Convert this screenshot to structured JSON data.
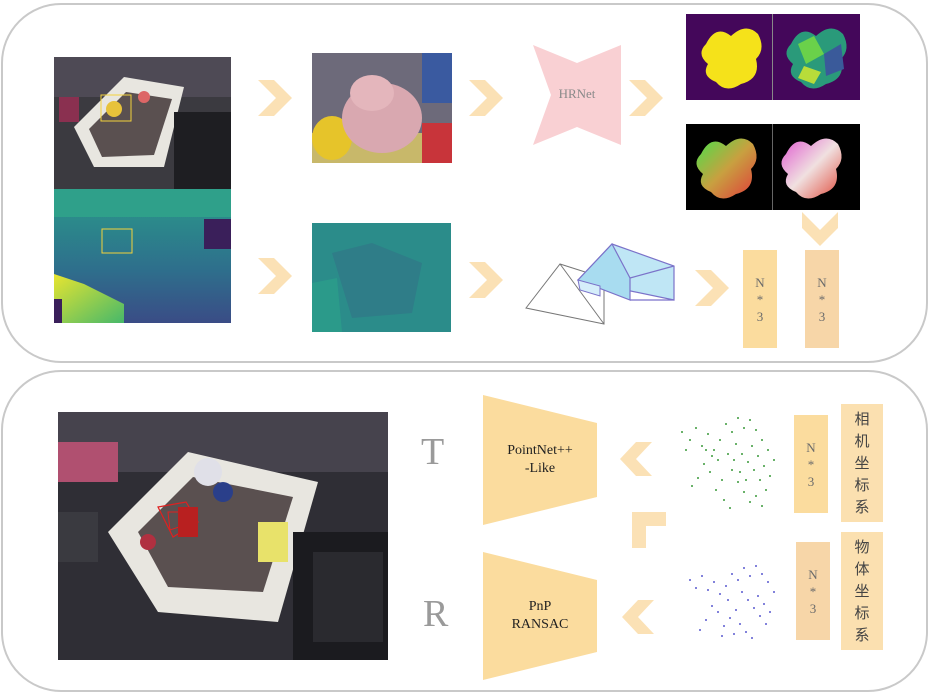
{
  "top_panel": {
    "network_label": "HRNet",
    "n_box_left": [
      "N",
      "*",
      "3"
    ],
    "n_box_right": [
      "N",
      "*",
      "3"
    ]
  },
  "bottom_panel": {
    "translation_letter": "T",
    "rotation_letter": "R",
    "pointnet_label_line1": "PointNet++",
    "pointnet_label_line2": "-Like",
    "pnp_label_line1": "PnP",
    "pnp_label_line2": "RANSAC",
    "n_box_camera": [
      "N",
      "*",
      "3"
    ],
    "n_box_object": [
      "N",
      "*",
      "3"
    ],
    "camera_frame_label": [
      "相",
      "机",
      "坐",
      "标",
      "系"
    ],
    "object_frame_label": [
      "物",
      "体",
      "坐",
      "标",
      "系"
    ]
  },
  "colors": {
    "arrow": "#fbe1b5",
    "hrnet": "#f9d0d3",
    "trapezoid": "#fbdc9e",
    "panel_border": "#c9c9c9"
  }
}
